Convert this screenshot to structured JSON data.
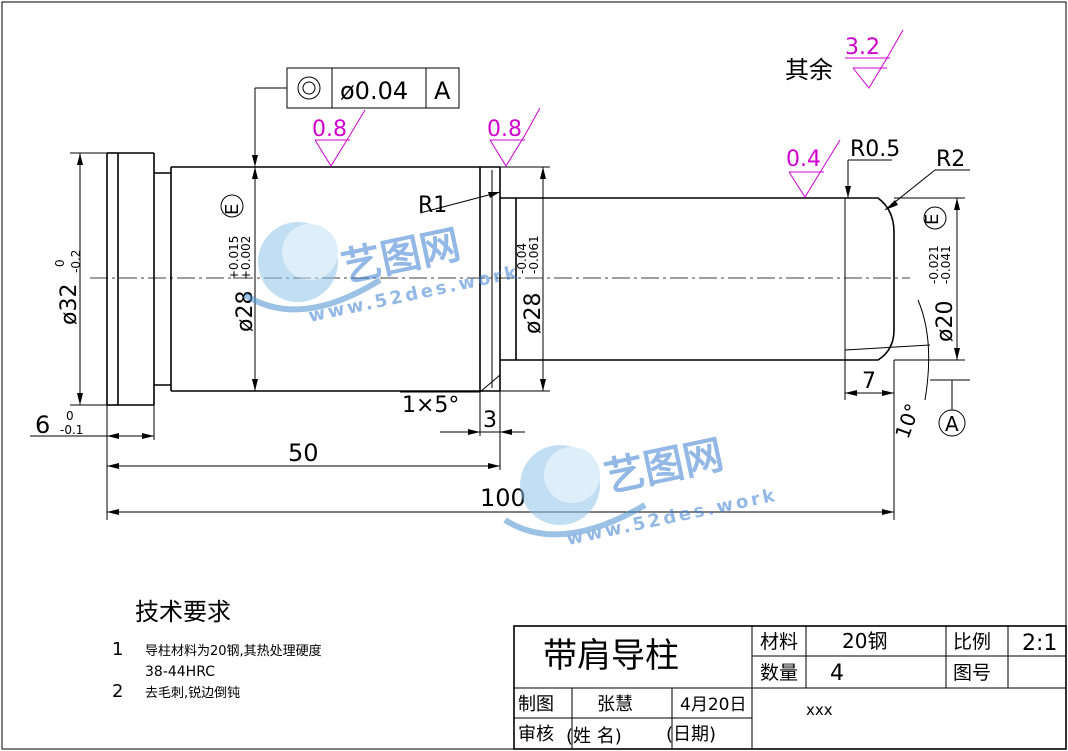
{
  "surface_finish": {
    "rest_label": "其余",
    "rest_value": "3.2",
    "values": [
      "0.8",
      "0.8",
      "0.4"
    ]
  },
  "tolerance_frame": {
    "symbol": "concentricity-icon",
    "value": "ø0.04",
    "datum": "A"
  },
  "dimensions": {
    "d32": "ø32",
    "d32_upper": "0",
    "d32_lower": "-0.2",
    "d28_left": "ø28",
    "d28_left_upper": "+0.015",
    "d28_left_lower": "+0.002",
    "d28_left_fit": "E",
    "d28_right": "ø28",
    "d28_right_upper": "-0.04",
    "d28_right_lower": "-0.061",
    "d20": "ø20",
    "d20_upper": "-0.021",
    "d20_lower": "-0.041",
    "d20_fit": "E",
    "r1": "R1",
    "r05": "R0.5",
    "r2": "R2",
    "chamfer": "1×5°",
    "len_6": "6",
    "len_6_upper": "0",
    "len_6_lower": "-0.1",
    "len_3": "3",
    "len_7": "7",
    "len_50": "50",
    "len_100": "100",
    "angle": "10°",
    "datum_a": "A"
  },
  "watermark": {
    "brand": "艺图网",
    "url": "www.52des.work"
  },
  "tech_requirements": {
    "title": "技术要求",
    "items": [
      {
        "num": "1",
        "text": "导柱材料为20钢,其热处理硬度",
        "text2": "38-44HRC"
      },
      {
        "num": "2",
        "text": "去毛刺,锐边倒钝",
        "text2": ""
      }
    ]
  },
  "title_block": {
    "part_name": "带肩导柱",
    "material_label": "材料",
    "material_value": "20钢",
    "scale_label": "比例",
    "scale_value": "2:1",
    "quantity_label": "数量",
    "quantity_value": "4",
    "drawing_no_label": "图号",
    "drawn_label": "制图",
    "drawn_by": "张慧",
    "drawn_date": "4月20日",
    "checked_label": "审核",
    "checked_name": "(姓  名)",
    "checked_date": "(日期)",
    "company": "xxx"
  }
}
